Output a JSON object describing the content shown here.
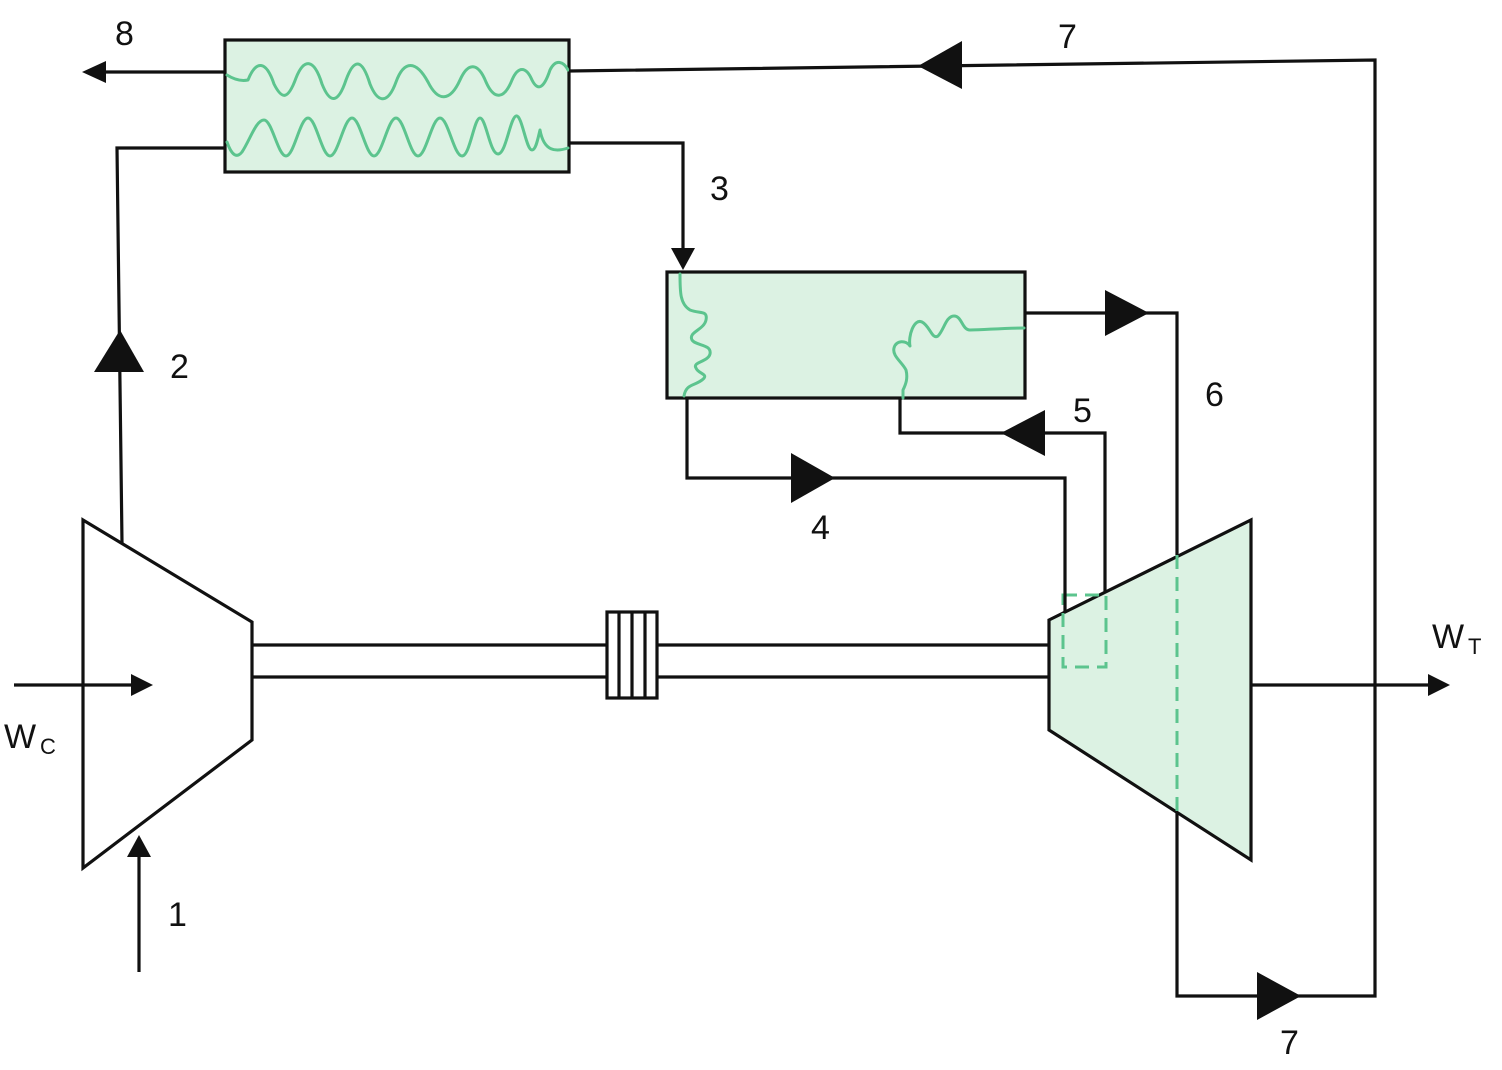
{
  "colors": {
    "stroke": "#111111",
    "fill": "#dcf2e3",
    "accent": "#5cc48e",
    "background": "#ffffff"
  },
  "labels": {
    "state1": "1",
    "state2": "2",
    "state3": "3",
    "state4": "4",
    "state5": "5",
    "state6": "6",
    "state7_top": "7",
    "state7_bottom": "7",
    "state8": "8"
  },
  "work": {
    "compressor": {
      "symbol": "W",
      "subscript": "C"
    },
    "turbine": {
      "symbol": "W",
      "subscript": "T"
    }
  }
}
